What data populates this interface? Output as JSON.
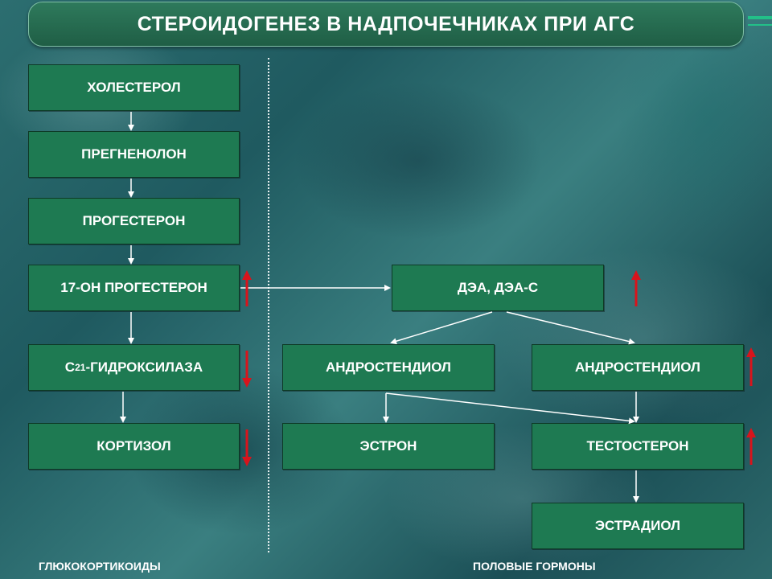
{
  "title": "СТЕРОИДОГЕНЕЗ В НАДПОЧЕЧНИКАХ ПРИ АГС",
  "boxes": {
    "cholesterol": "ХОЛЕСТЕРОЛ",
    "pregnenolone": "ПРЕГНЕНОЛОН",
    "progesterone": "ПРОГЕСТЕРОН",
    "oh_progesterone": "17-ОН ПРОГЕСТЕРОН",
    "hydroxylase_prefix": "С",
    "hydroxylase_sub": "21",
    "hydroxylase_rest": "-ГИДРОКСИЛАЗА",
    "cortisol": "КОРТИЗОЛ",
    "dhea": "ДЭА, ДЭА-С",
    "androstenediol_left": "АНДРОСТЕНДИОЛ",
    "androstenediol_right": "АНДРОСТЕНДИОЛ",
    "estrone": "ЭСТРОН",
    "testosterone": "ТЕСТОСТЕРОН",
    "estradiol": "ЭСТРАДИОЛ"
  },
  "footer": {
    "left": "ГЛЮКОКОРТИКОИДЫ",
    "right": "ПОЛОВЫЕ ГОРМОНЫ"
  },
  "colors": {
    "box_fill": "#1e7a52",
    "flow_arrow": "#ffffff",
    "change_arrow": "#d8141c",
    "accent": "#22c088"
  },
  "indicators": [
    {
      "target": "oh_progesterone",
      "direction": "up"
    },
    {
      "target": "hydroxylase",
      "direction": "down"
    },
    {
      "target": "cortisol",
      "direction": "down"
    },
    {
      "target": "dhea",
      "direction": "up"
    },
    {
      "target": "androstenediol_right",
      "direction": "up"
    },
    {
      "target": "testosterone",
      "direction": "up"
    }
  ]
}
